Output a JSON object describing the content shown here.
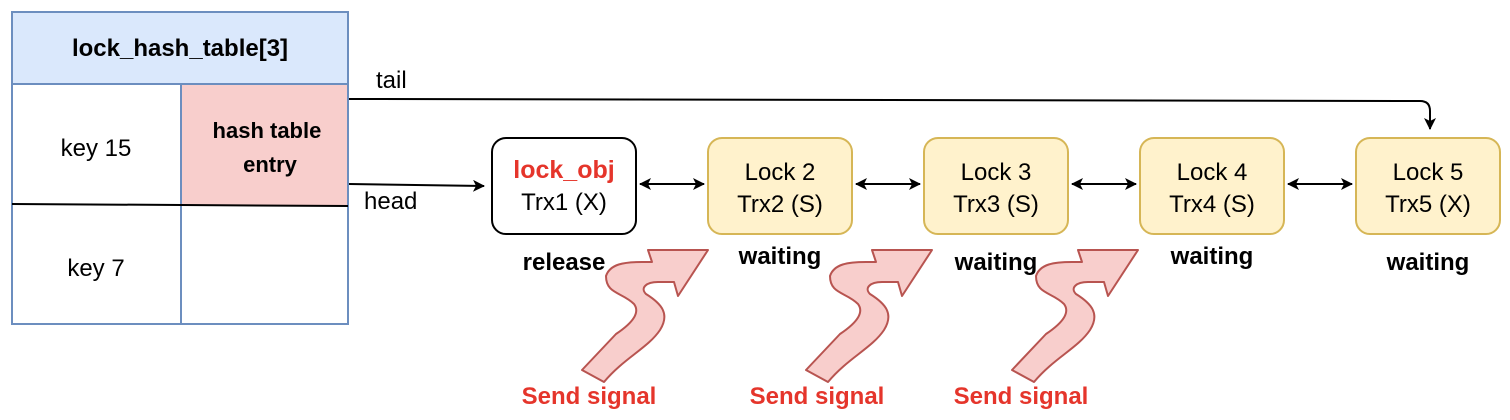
{
  "hash_table": {
    "title": "lock_hash_table[3]",
    "rows": [
      {
        "key": "key 15",
        "entry": "hash table entry",
        "entry_lines": [
          "hash table",
          "entry"
        ]
      },
      {
        "key": "key 7",
        "entry": ""
      }
    ]
  },
  "pointers": {
    "tail": "tail",
    "head": "head"
  },
  "locks": [
    {
      "name": "lock_obj",
      "trx": "Trx1 (X)",
      "status": "release"
    },
    {
      "name": "Lock 2",
      "trx": "Trx2 (S)",
      "status": "waiting"
    },
    {
      "name": "Lock 3",
      "trx": "Trx3 (S)",
      "status": "waiting"
    },
    {
      "name": "Lock 4",
      "trx": "Trx4 (S)",
      "status": "waiting"
    },
    {
      "name": "Lock 5",
      "trx": "Trx5 (X)",
      "status": "waiting"
    }
  ],
  "signals": [
    "Send signal",
    "Send signal",
    "Send signal"
  ],
  "colors": {
    "table_header": "#dae8fc",
    "table_border": "#6c8ebf",
    "entry_fill": "#f8cecc",
    "lock_fill": "#fff2cc",
    "lock_border": "#d6b656",
    "signal_fill": "#f8cecc",
    "signal_border": "#b85450",
    "accent_red": "#e5352b"
  }
}
